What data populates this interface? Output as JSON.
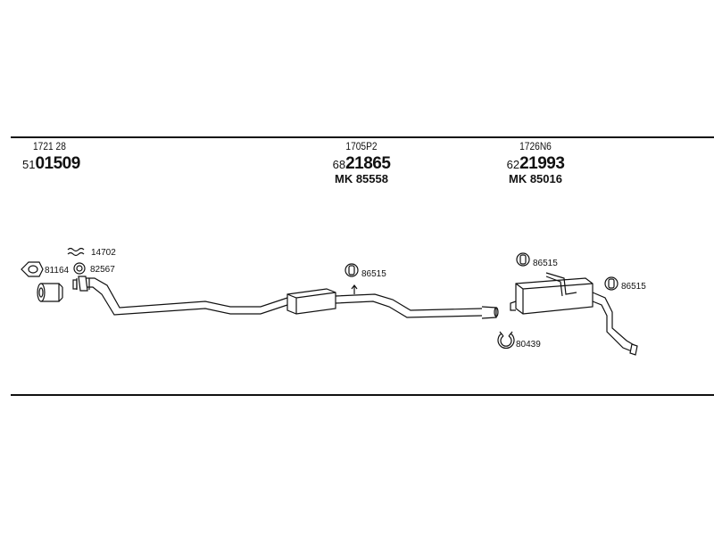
{
  "parts": [
    {
      "ref": "1721 28",
      "prefix": "51",
      "main": "01509",
      "mk": ""
    },
    {
      "ref": "1705P2",
      "prefix": "68",
      "main": "21865",
      "mk": "MK 85558"
    },
    {
      "ref": "1726N6",
      "prefix": "62",
      "main": "21993",
      "mk": "MK 85016"
    }
  ],
  "labels": {
    "l14702": "14702",
    "l81164": "81164",
    "l82567": "82567",
    "l86515a": "86515",
    "l86515b": "86515",
    "l86515c": "86515",
    "l80439": "80439"
  }
}
